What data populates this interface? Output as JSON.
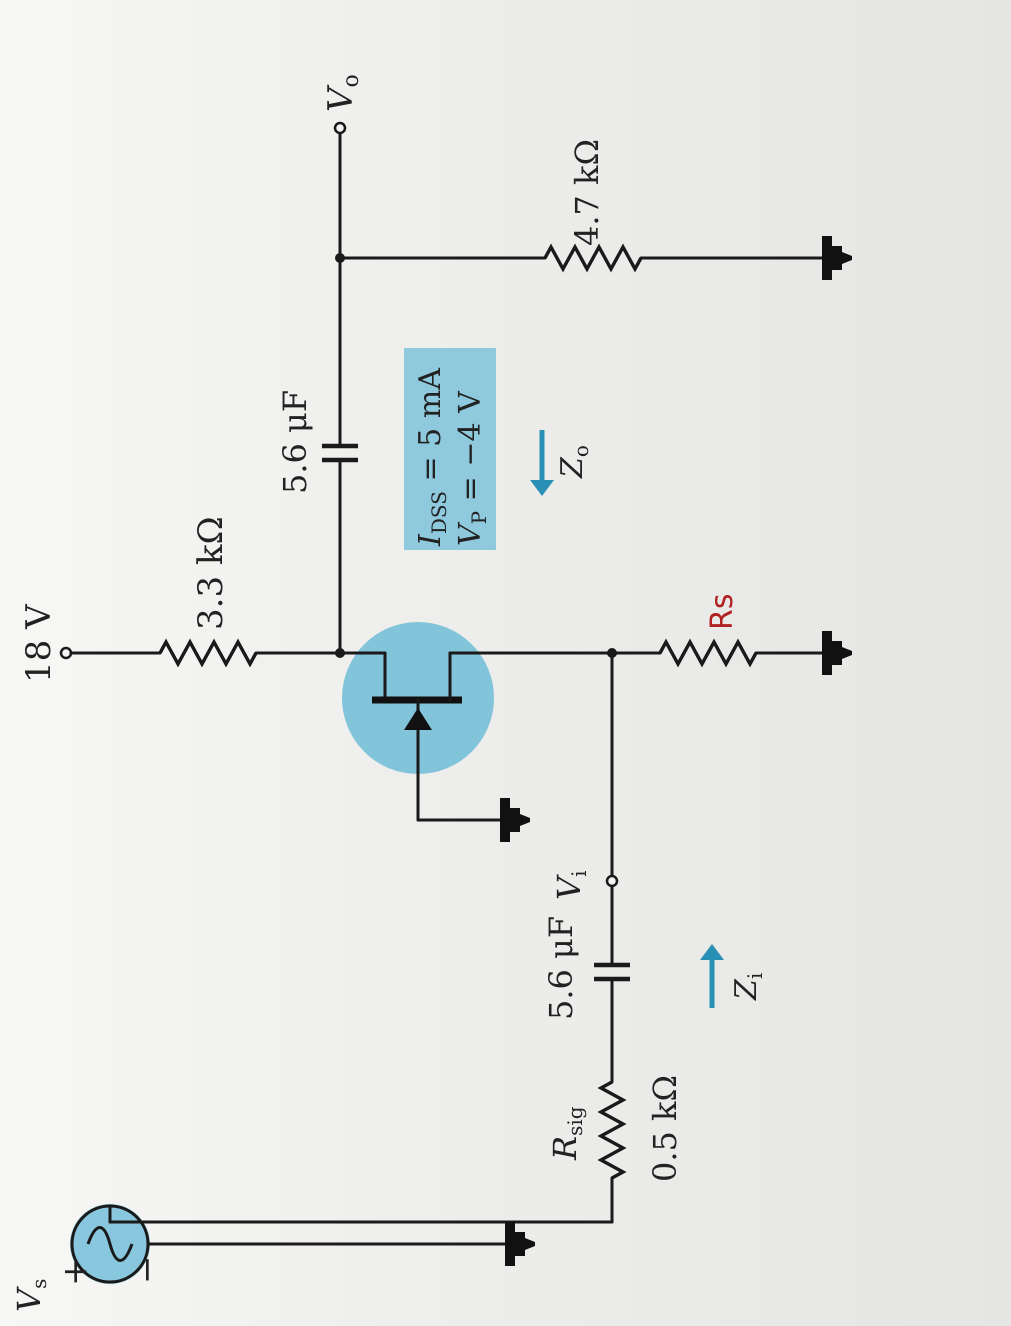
{
  "labels": {
    "supply": "18 V",
    "rd": "3.3 kΩ",
    "c_out": "5.6 μF",
    "idss": "I",
    "idss_sub": "DSS",
    "idss_val": " = 5 mA",
    "vp": "V",
    "vp_sub": "P",
    "vp_val": " = −4 V",
    "zo": "Z",
    "zo_sub": "o",
    "rl": "4.7 kΩ",
    "vo": "V",
    "vo_sub": "o",
    "rs": "Rs",
    "c_in": "5.6 μF",
    "vi": "V",
    "vi_sub": "i",
    "zi": "Z",
    "zi_sub": "i",
    "rsig": "R",
    "rsig_sub": "sig",
    "rsig_val": "0.5 kΩ",
    "vs": "V",
    "vs_sub": "s",
    "plus": "+",
    "minus": "−"
  },
  "colors": {
    "highlight": "#6fbcd6",
    "accent": "#2a8fb5",
    "rs_label": "#b02020"
  }
}
